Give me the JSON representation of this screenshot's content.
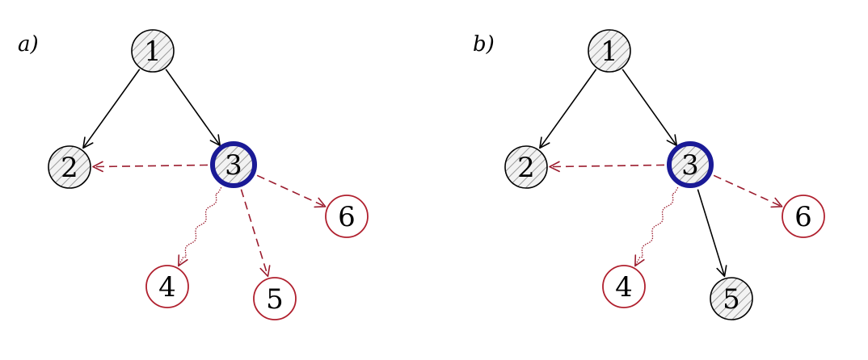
{
  "panels": [
    {
      "label": "a)",
      "nodes": [
        {
          "id": "1",
          "label": "1",
          "state": "visited"
        },
        {
          "id": "2",
          "label": "2",
          "state": "visited"
        },
        {
          "id": "3",
          "label": "3",
          "state": "current"
        },
        {
          "id": "4",
          "label": "4",
          "state": "frontier"
        },
        {
          "id": "5",
          "label": "5",
          "state": "frontier"
        },
        {
          "id": "6",
          "label": "6",
          "state": "frontier"
        }
      ],
      "edges": [
        {
          "from": "1",
          "to": "2",
          "style": "solid"
        },
        {
          "from": "1",
          "to": "3",
          "style": "solid"
        },
        {
          "from": "3",
          "to": "2",
          "style": "dashed"
        },
        {
          "from": "3",
          "to": "6",
          "style": "dashed"
        },
        {
          "from": "3",
          "to": "5",
          "style": "dashed"
        },
        {
          "from": "3",
          "to": "4",
          "style": "wavy"
        }
      ]
    },
    {
      "label": "b)",
      "nodes": [
        {
          "id": "1",
          "label": "1",
          "state": "visited"
        },
        {
          "id": "2",
          "label": "2",
          "state": "visited"
        },
        {
          "id": "3",
          "label": "3",
          "state": "current"
        },
        {
          "id": "4",
          "label": "4",
          "state": "frontier"
        },
        {
          "id": "5",
          "label": "5",
          "state": "visited"
        },
        {
          "id": "6",
          "label": "6",
          "state": "frontier"
        }
      ],
      "edges": [
        {
          "from": "1",
          "to": "2",
          "style": "solid"
        },
        {
          "from": "1",
          "to": "3",
          "style": "solid"
        },
        {
          "from": "3",
          "to": "5",
          "style": "solid"
        },
        {
          "from": "3",
          "to": "2",
          "style": "dashed"
        },
        {
          "from": "3",
          "to": "6",
          "style": "dashed"
        },
        {
          "from": "3",
          "to": "4",
          "style": "wavy"
        }
      ]
    }
  ],
  "colors": {
    "solid_edge": "#000000",
    "dashed_edge": "#9b1c2e",
    "current_ring": "#1a1a96",
    "frontier_ring": "#b0202e",
    "hatch": "#9a9a9a",
    "visited_fill": "#f0f0f0"
  }
}
